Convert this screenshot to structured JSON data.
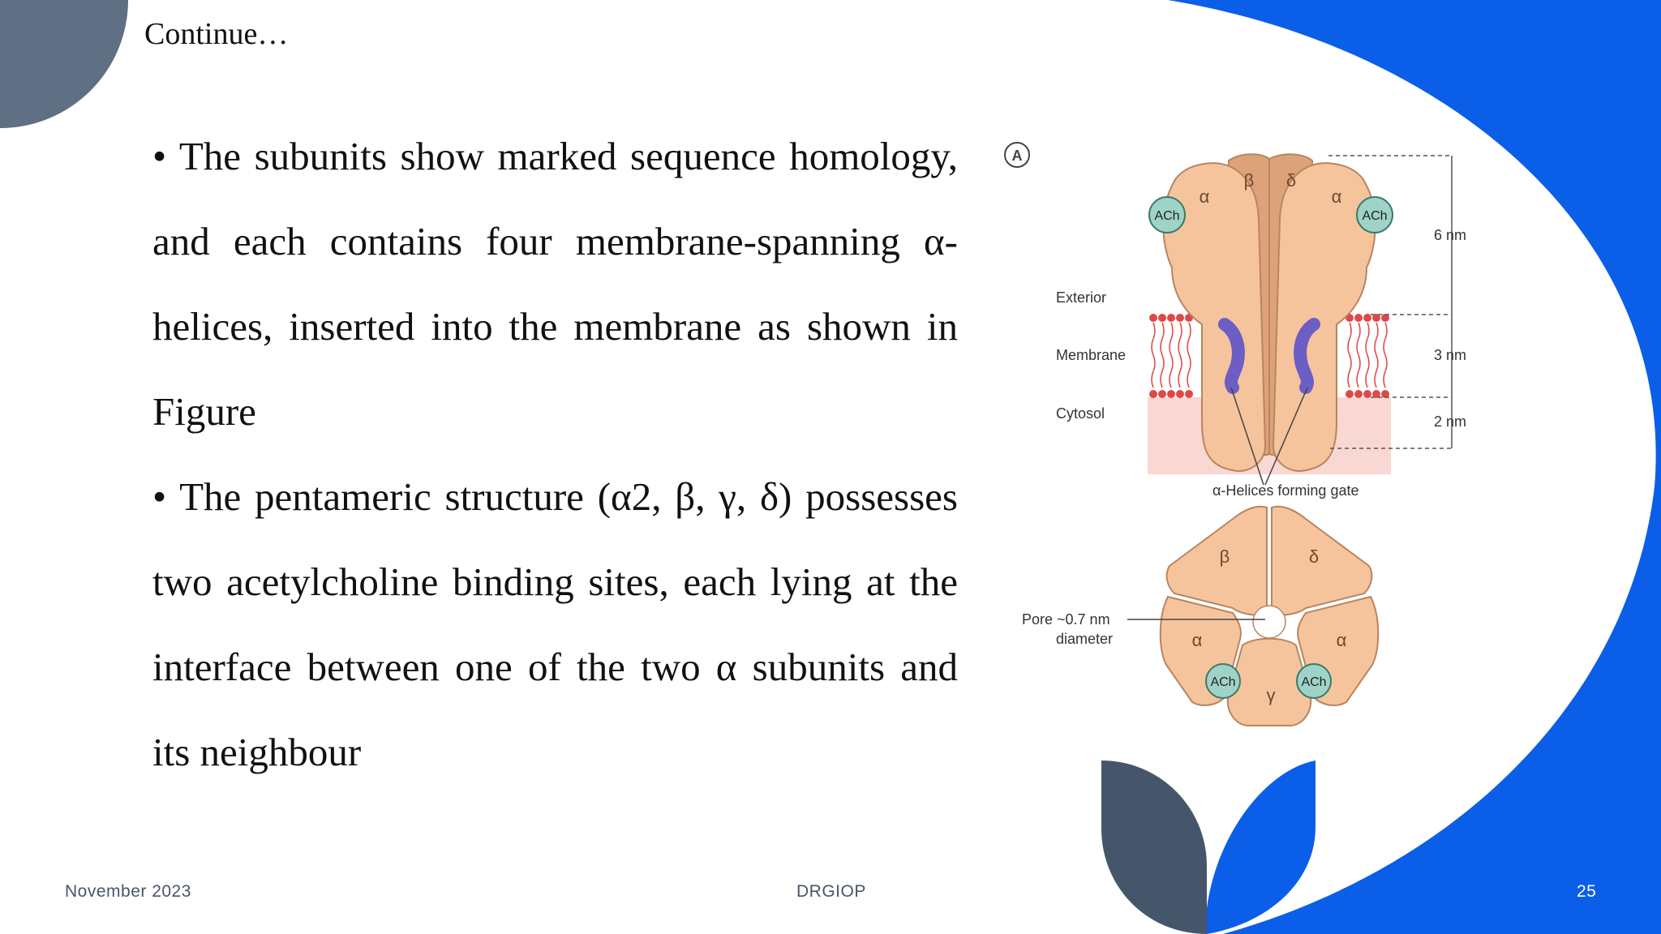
{
  "slide": {
    "heading": "Continue…",
    "bullets": [
      "• The subunits show marked sequence homology, and each contains four membrane-spanning α-helices, inserted into the membrane as shown in Figure",
      "• The pentameric structure (α2, β, γ, δ) possesses two acetylcholine binding sites, each lying at the interface between one of the two α subunits and its neighbour"
    ]
  },
  "figure": {
    "panel_label": "A",
    "labels": {
      "exterior": "Exterior",
      "membrane": "Membrane",
      "cytosol": "Cytosol",
      "gate": "α-Helices forming gate",
      "pore_line1": "Pore ~0.7 nm",
      "pore_line2": "diameter",
      "dim_6": "6 nm",
      "dim_3": "3 nm",
      "dim_2": "2 nm"
    },
    "subunits": {
      "alpha": "α",
      "beta": "β",
      "delta": "δ",
      "gamma": "γ",
      "ach": "ACh"
    }
  },
  "footer": {
    "date": "November 2023",
    "center": "DRGIOP",
    "page": "25"
  },
  "colors": {
    "accent_blue": "#0b5ee8",
    "slate": "#5f6f84",
    "dark_slate": "#45566b",
    "subunit_fill": "#f6c49c",
    "subunit_stroke": "#b8855f",
    "ach_fill": "#9fd3c7",
    "helix": "#6c5ec5"
  }
}
